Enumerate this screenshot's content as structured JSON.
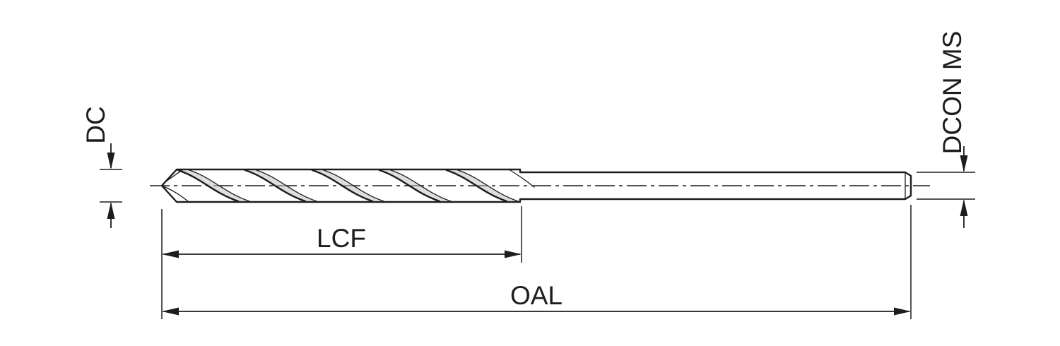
{
  "diagram": {
    "type": "technical-dimension-drawing",
    "subject": "twist-drill-side-view",
    "labels": {
      "dc": "DC",
      "dcon_ms": "DCON MS",
      "lcf": "LCF",
      "oal": "OAL"
    },
    "colors": {
      "line": "#1d1d1b",
      "background": "#ffffff",
      "metal_light": "#fbfbfb",
      "metal_dark": "#a8a8a8"
    }
  }
}
